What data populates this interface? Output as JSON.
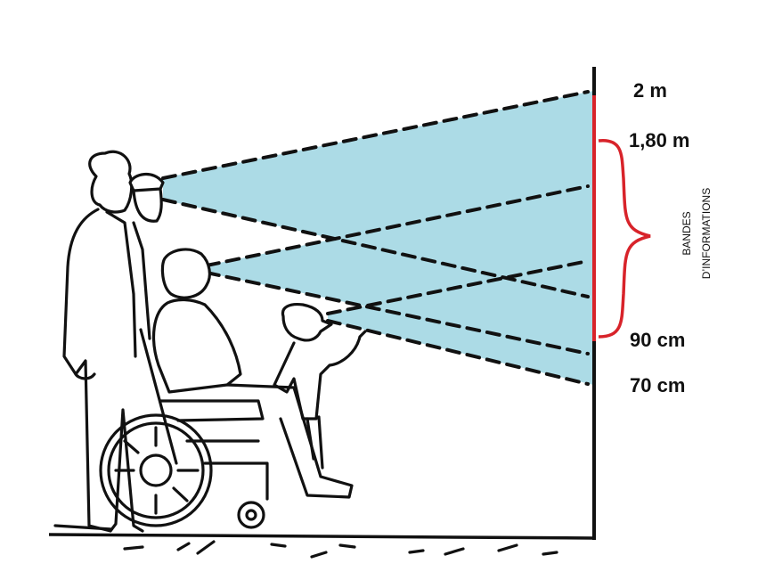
{
  "colors": {
    "cone": "#acdbe6",
    "band": "#d8232a",
    "ink": "#111111"
  },
  "heights": [
    {
      "label": "2 m"
    },
    {
      "label": "1,80 m"
    },
    {
      "label": "90 cm"
    },
    {
      "label": "70 cm"
    }
  ],
  "band": {
    "line1": "BANDES",
    "line2": "D’INFORMATIONS"
  }
}
